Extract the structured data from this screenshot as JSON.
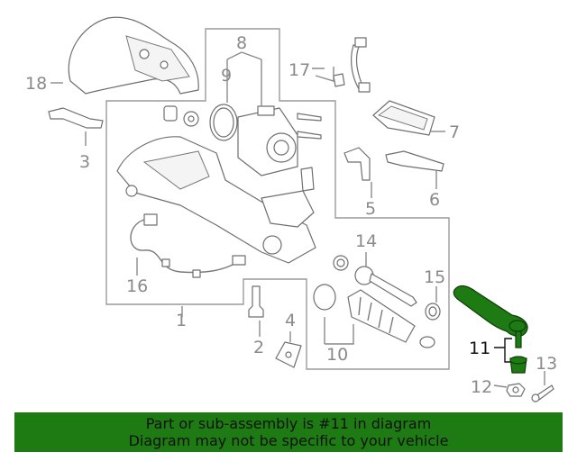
{
  "callouts": {
    "c1": "1",
    "c2": "2",
    "c3": "3",
    "c4": "4",
    "c5": "5",
    "c6": "6",
    "c7": "7",
    "c8": "8",
    "c9": "9",
    "c10": "10",
    "c11": "11",
    "c12": "12",
    "c13": "13",
    "c14": "14",
    "c15": "15",
    "c16": "16",
    "c17": "17",
    "c18": "18"
  },
  "highlighted_part": "11",
  "colors": {
    "banner": "#1e7a12",
    "highlight_part": "#1e7a12",
    "callout_text": "#8a8a8a"
  },
  "banner": {
    "line1": "Part or sub-assembly is #11 in diagram",
    "line2": "Diagram may not be specific to your vehicle"
  }
}
